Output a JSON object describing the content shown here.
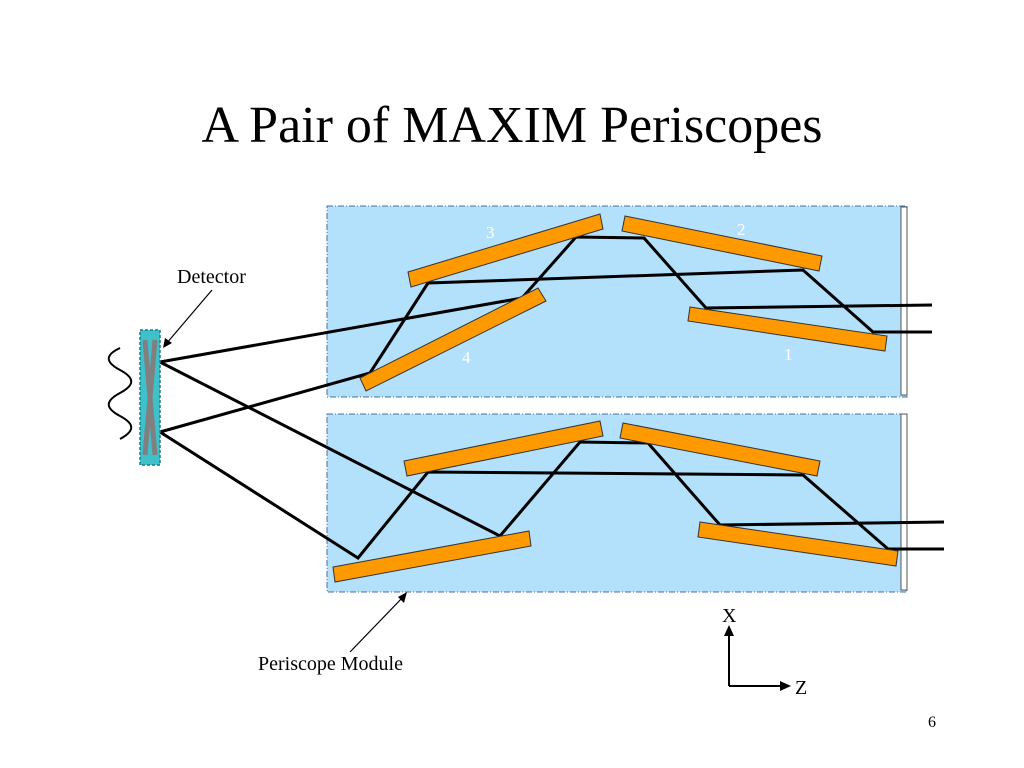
{
  "slide": {
    "title": "A Pair of MAXIM Periscopes",
    "page_number": "6"
  },
  "labels": {
    "detector": "Detector",
    "periscope_module": "Periscope Module",
    "axis_x": "X",
    "axis_z": "Z",
    "mirror_1": "1",
    "mirror_2": "2",
    "mirror_3": "3",
    "mirror_4": "4"
  },
  "colors": {
    "module_fill": "#b3e0fa",
    "mirror_fill": "#ff9900",
    "detector_fill": "#40c0c8",
    "detector_element": "#808080",
    "ray": "#000000"
  }
}
